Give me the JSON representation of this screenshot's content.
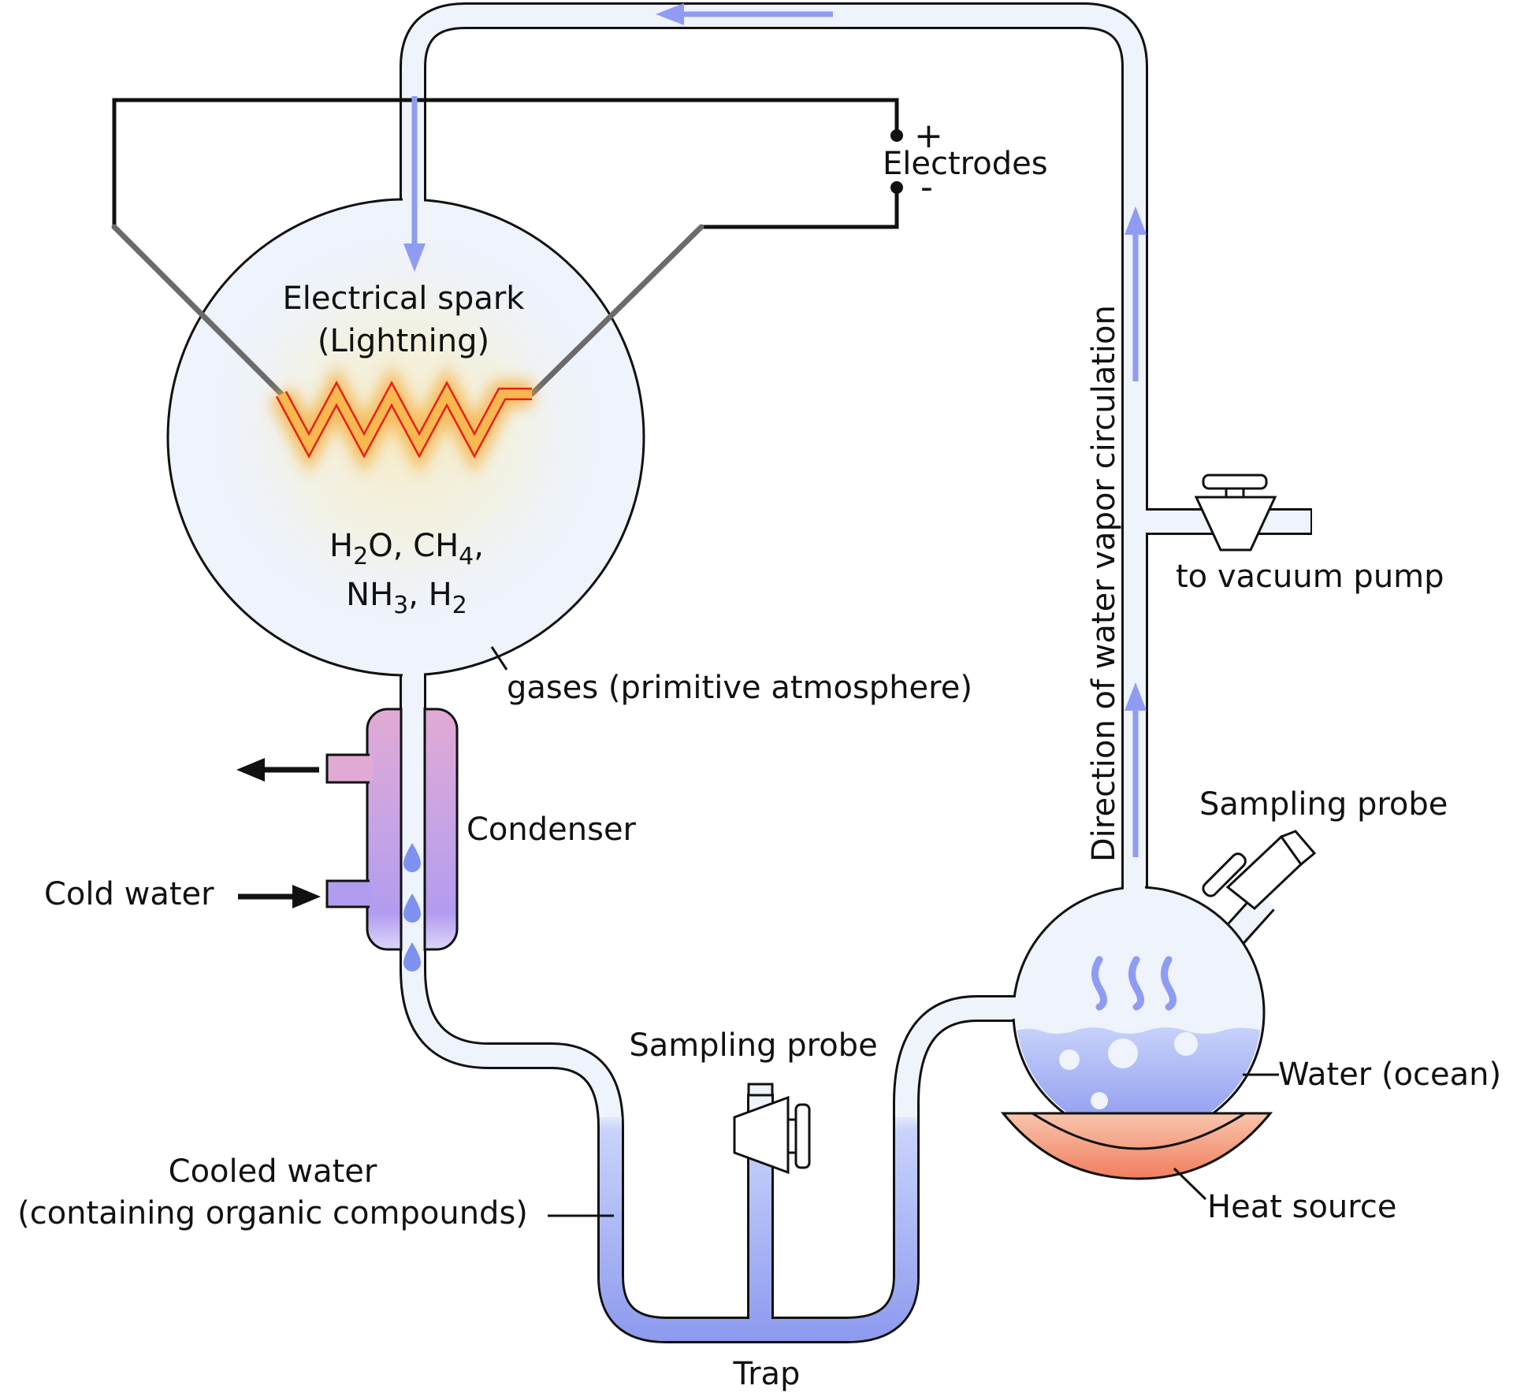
{
  "labels": {
    "spark_line1": "Electrical spark",
    "spark_line2": "(Lightning)",
    "electrodes": "Electrodes",
    "plus": "+",
    "minus": "-",
    "gases": "gases (primitive atmosphere)",
    "condenser": "Condenser",
    "cold_water": "Cold water",
    "cooled_line1": "Cooled water",
    "cooled_line2": "(containing organic compounds)",
    "sampling_probe_trap": "Sampling probe",
    "trap": "Trap",
    "sampling_probe_flask": "Sampling probe",
    "water_ocean": "Water (ocean)",
    "heat_source": "Heat source",
    "vacuum": "to vacuum pump",
    "direction": "Direction of water vapor circulation"
  },
  "gas_formula": {
    "h": "H",
    "two_a": "2",
    "o_ch": "O, CH",
    "four": "4",
    "comma": ",",
    "nh": "NH",
    "three": "3",
    "comma_h": ", H",
    "two_b": "2"
  },
  "colors": {
    "tube_fill": "#eef3fc",
    "outline": "#111111",
    "arrow_flow": "#8f9cf2",
    "water_top": "#c9d3fb",
    "water_bottom": "#8b98ee",
    "condenser_top": "#e2aad4",
    "condenser_bottom": "#b29cf0",
    "spark": "#f7b448",
    "spark_edge": "#e8201c",
    "heat_top": "#f9c8b0",
    "heat_bottom": "#f07a5a",
    "electrode_rod": "#6b6b6b"
  }
}
